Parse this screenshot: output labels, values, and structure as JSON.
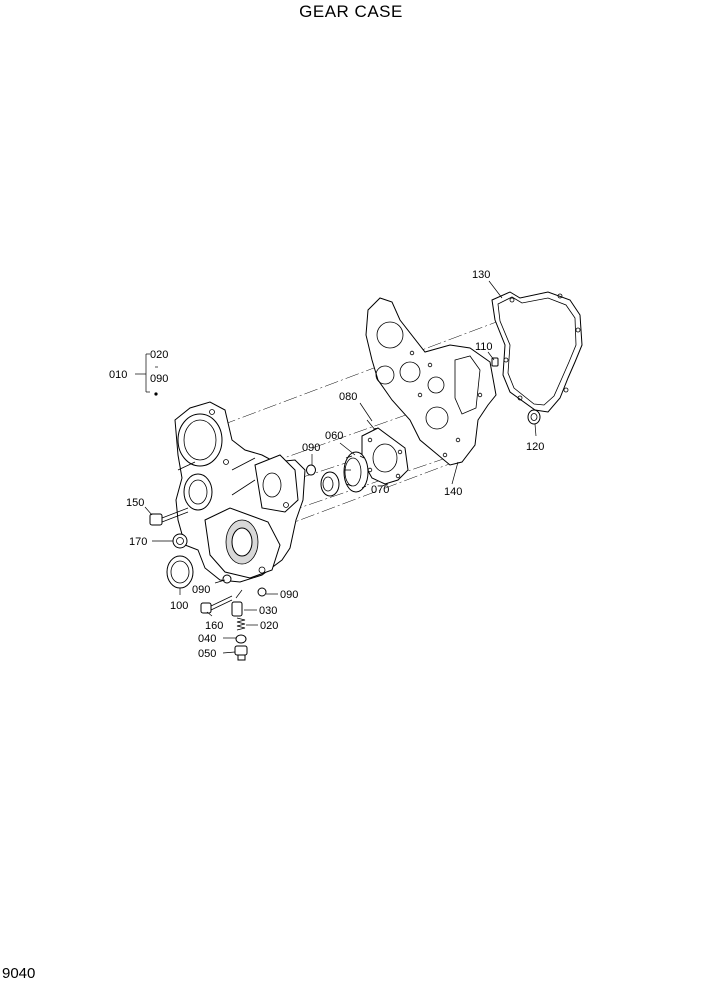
{
  "title": "GEAR CASE",
  "page_number": "9040",
  "callouts": {
    "c010": "010",
    "c010_020": "020",
    "c010_090": "090",
    "c130": "130",
    "c110": "110",
    "c080": "080",
    "c060": "060",
    "c090a": "090",
    "c070": "070",
    "c140": "140",
    "c120": "120",
    "c150": "150",
    "c170": "170",
    "c090b": "090",
    "c090c": "090",
    "c100": "100",
    "c160": "160",
    "c030": "030",
    "c020": "020",
    "c040": "040",
    "c050": "050"
  }
}
